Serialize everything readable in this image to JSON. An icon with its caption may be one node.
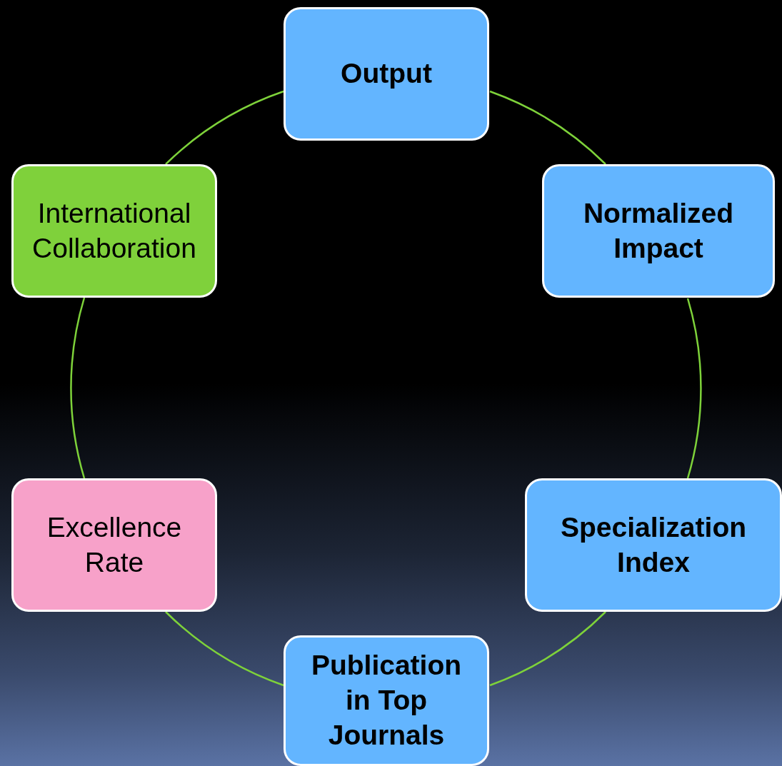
{
  "diagram": {
    "nodes": [
      {
        "text": [
          "Output"
        ]
      },
      {
        "text": [
          "Normalized Impact"
        ]
      },
      {
        "text": [
          "Specialization Index"
        ]
      },
      {
        "text": [
          "Publication in Top Journals"
        ]
      },
      {
        "text": [
          "Excellence Rate"
        ]
      },
      {
        "text": [
          "International Collaboration"
        ]
      }
    ],
    "edges": [
      {
        "from": 0,
        "to": 1,
        "arrow": "none"
      },
      {
        "from": 1,
        "to": 2,
        "arrow": "none"
      },
      {
        "from": 2,
        "to": 3,
        "arrow": "none"
      },
      {
        "from": 3,
        "to": 4,
        "arrow": "none"
      },
      {
        "from": 4,
        "to": 5,
        "arrow": "none"
      },
      {
        "from": 5,
        "to": 0,
        "arrow": "none"
      }
    ]
  }
}
